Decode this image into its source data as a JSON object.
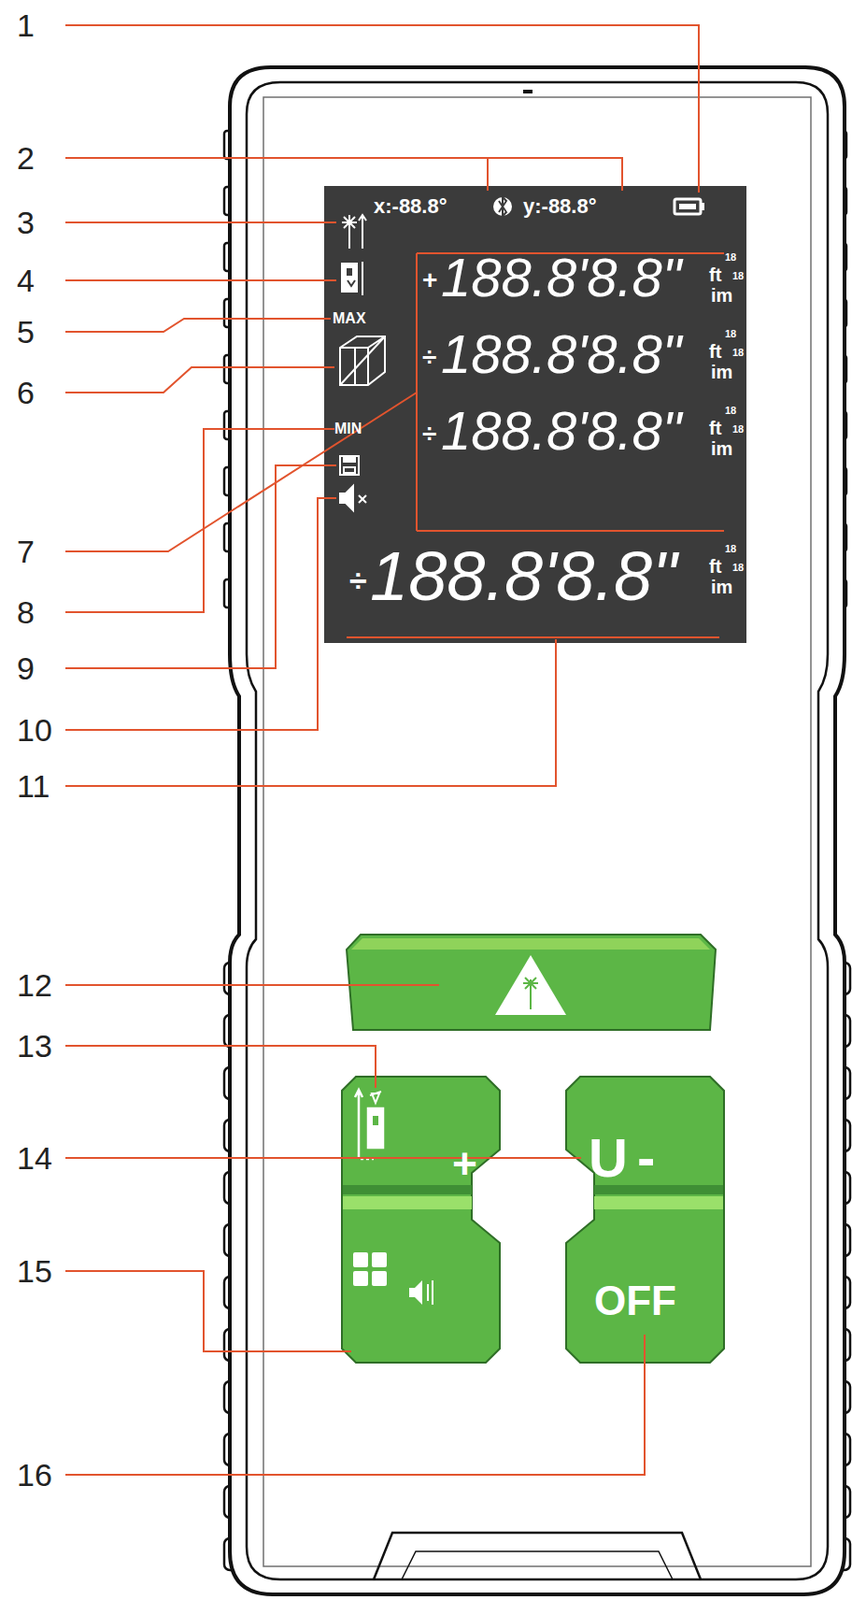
{
  "diagram": {
    "nodes": [
      {
        "text": [
          "+"
        ]
      },
      {
        "text": [
          "U",
          "-"
        ]
      },
      {
        "text": [
          "OFF"
        ]
      }
    ],
    "labels": [
      "1",
      "2",
      "3",
      "4",
      "5",
      "6",
      "7",
      "8",
      "9",
      "10",
      "11",
      "12",
      "13",
      "14",
      "15",
      "16",
      "x:-88.8°",
      "y:-88.8°",
      "MAX",
      "MIN",
      "+",
      "188.8'8.8\"",
      "18",
      "ft",
      "18",
      "im",
      "÷",
      "188.8'8.8\"",
      "18",
      "ft",
      "18",
      "im",
      "÷",
      "188.8'8.8\"",
      "18",
      "ft",
      "18",
      "im",
      "÷",
      "188.8'8.8\"",
      "18",
      "ft",
      "18",
      "im"
    ]
  }
}
